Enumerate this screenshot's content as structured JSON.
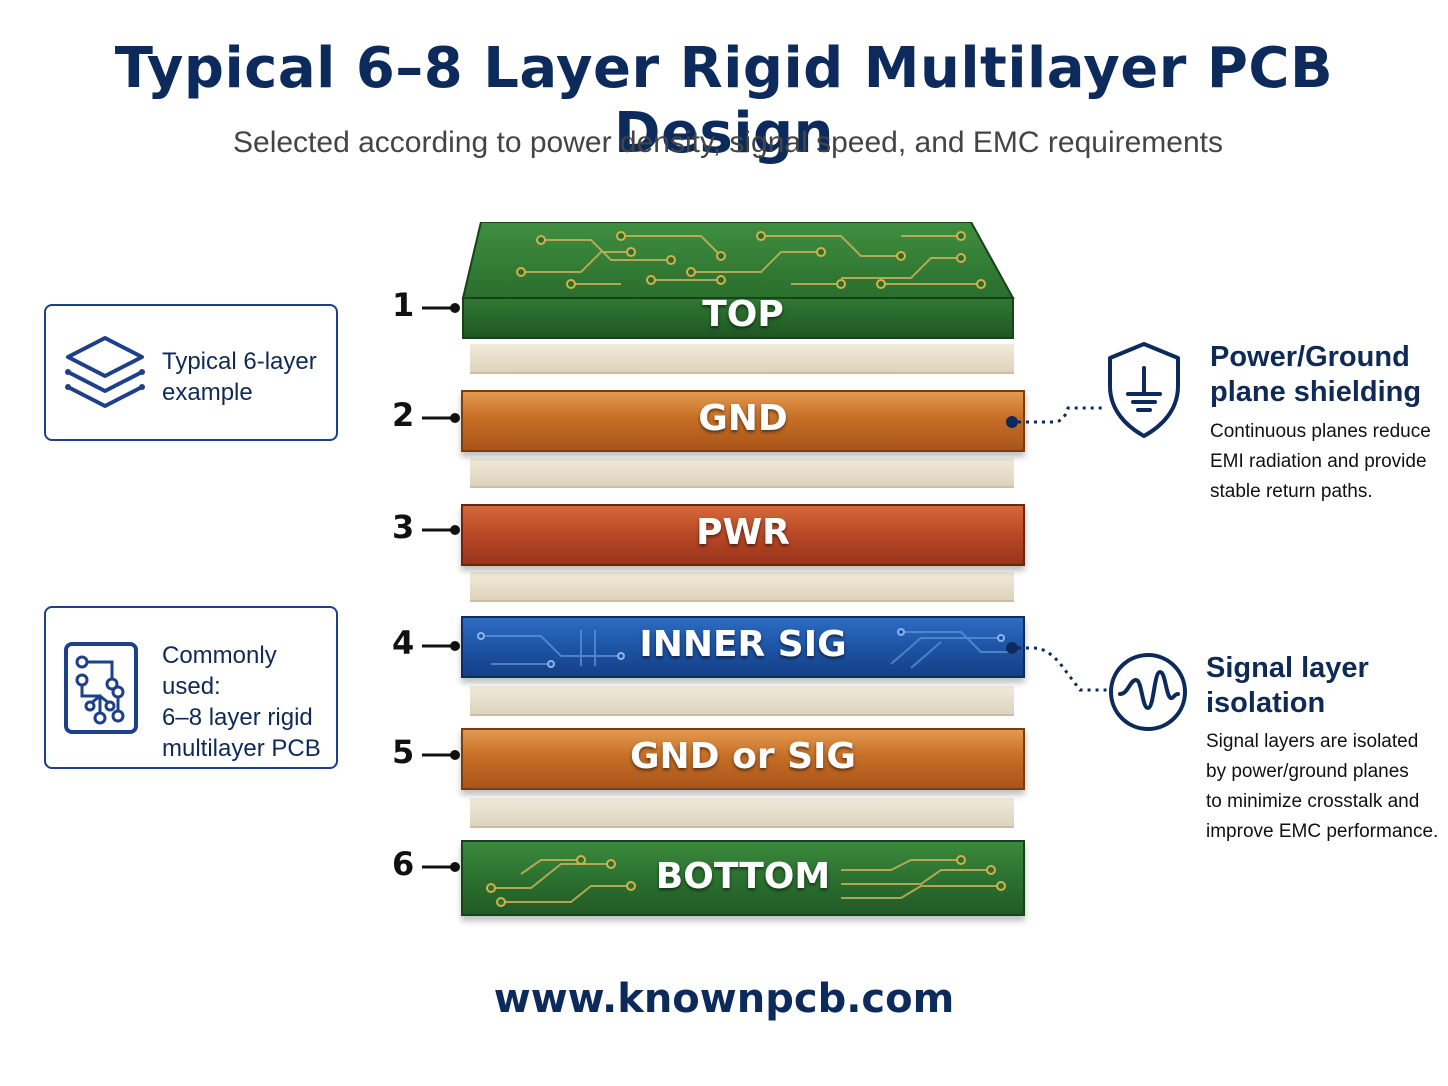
{
  "header": {
    "title": "Typical 6–8 Layer Rigid Multilayer PCB Design",
    "subtitle": "Selected according to power density, signal speed, and EMC requirements"
  },
  "left_cards": [
    {
      "icon": "layers-icon",
      "lines": [
        "Typical 6-layer",
        "example"
      ]
    },
    {
      "icon": "circuit-icon",
      "lines": [
        "Commonly used:",
        "6–8 layer rigid",
        "multilayer PCB"
      ]
    }
  ],
  "layers": [
    {
      "number": "1",
      "label": "TOP",
      "color": "#2b7130"
    },
    {
      "number": "2",
      "label": "GND",
      "color": "#c76f26"
    },
    {
      "number": "3",
      "label": "PWR",
      "color": "#b84726"
    },
    {
      "number": "4",
      "label": "INNER SIG",
      "color": "#1d55a6"
    },
    {
      "number": "5",
      "label": "GND or SIG",
      "color": "#c76f26"
    },
    {
      "number": "6",
      "label": "BOTTOM",
      "color": "#2b7130"
    }
  ],
  "callouts": [
    {
      "icon": "shield-ground-icon",
      "title": [
        "Power/Ground",
        "plane shielding"
      ],
      "body": [
        "Continuous planes reduce",
        "EMI radiation and provide",
        "stable return paths."
      ]
    },
    {
      "icon": "signal-wave-icon",
      "title": [
        "Signal layer",
        "isolation"
      ],
      "body": [
        "Signal layers are isolated",
        "by power/ground planes",
        "to minimize crosstalk and",
        "improve EMC performance."
      ]
    }
  ],
  "footer": {
    "url": "www.knownpcb.com"
  },
  "colors": {
    "accent": "#0d2a5c",
    "dielectric": "#e8e0cc"
  }
}
